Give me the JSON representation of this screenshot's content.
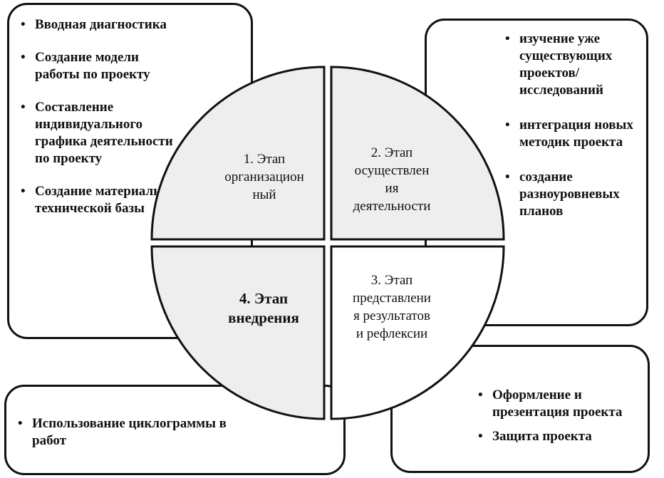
{
  "left_box": {
    "items": [
      "Вводная диагностика",
      "Создание  модели работы по проекту",
      "Составление индивидуального графика деятельности по проекту",
      "Создание материально технической базы"
    ]
  },
  "right_box": {
    "items": [
      "изучение уже существующих проектов/ исследований",
      "интеграция новых методик проекта",
      "создание разноуровневых планов"
    ]
  },
  "bottom_left_box": {
    "items": [
      "Использование циклограммы в работ"
    ]
  },
  "bottom_right_box": {
    "items": [
      "Оформление и презентация проекта",
      "Защита проекта"
    ]
  },
  "stages": {
    "s1": [
      "1. Этап",
      "организацион",
      "ный"
    ],
    "s2": [
      "2. Этап",
      "осуществлен",
      "ия",
      "деятельности"
    ],
    "s3": [
      "3. Этап",
      "представлени",
      "я результатов",
      "и рефлексии"
    ],
    "s4": [
      "4. Этап",
      "внедрения"
    ]
  },
  "colors": {
    "stroke": "#111111",
    "fill_shaded": "#eeeeee",
    "fill_white": "#ffffff"
  }
}
